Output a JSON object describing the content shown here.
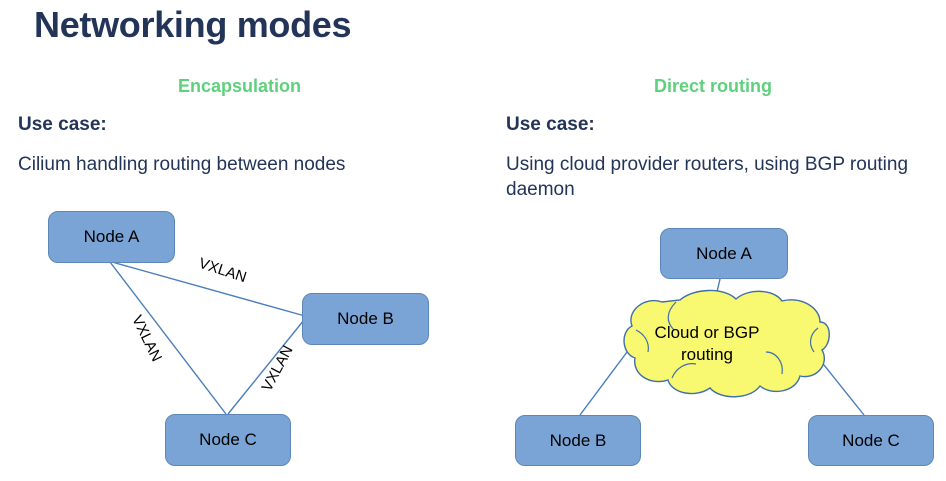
{
  "slide": {
    "title": "Networking modes",
    "title_color": "#233459",
    "accent_color": "#5fd07c",
    "node_fill": "#7ba4d6",
    "node_stroke": "#5d87b8",
    "cloud_fill": "#f9f871",
    "cloud_stroke": "#3f6fa8",
    "background": "#ffffff"
  },
  "columns": {
    "left": {
      "heading": "Encapsulation",
      "usecase_label": "Use case:",
      "usecase_text": "Cilium handling routing between nodes",
      "diagram": {
        "type": "full-mesh-overlay",
        "nodes": [
          {
            "id": "node-a",
            "label": "Node A"
          },
          {
            "id": "node-b",
            "label": "Node B"
          },
          {
            "id": "node-c",
            "label": "Node C"
          }
        ],
        "edges": [
          {
            "from": "node-a",
            "to": "node-b",
            "label": "VXLAN"
          },
          {
            "from": "node-a",
            "to": "node-c",
            "label": "VXLAN"
          },
          {
            "from": "node-b",
            "to": "node-c",
            "label": "VXLAN"
          }
        ]
      }
    },
    "right": {
      "heading": "Direct routing",
      "usecase_label": "Use case:",
      "usecase_text": "Using cloud provider routers, using BGP routing daemon",
      "diagram": {
        "type": "hub-and-spoke-cloud",
        "cloud_label_line1": "Cloud or BGP",
        "cloud_label_line2": "routing",
        "nodes": [
          {
            "id": "node-a",
            "label": "Node A"
          },
          {
            "id": "node-b",
            "label": "Node B"
          },
          {
            "id": "node-c",
            "label": "Node C"
          }
        ],
        "edges": [
          {
            "from": "node-a",
            "to": "cloud",
            "label": ""
          },
          {
            "from": "node-b",
            "to": "cloud",
            "label": ""
          },
          {
            "from": "node-c",
            "to": "cloud",
            "label": ""
          }
        ]
      }
    }
  }
}
